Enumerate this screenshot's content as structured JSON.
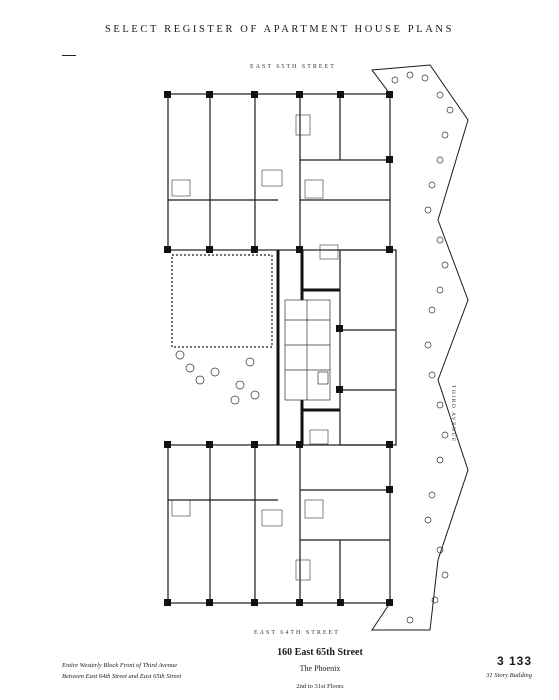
{
  "header": {
    "title": "SELECT REGISTER OF APARTMENT HOUSE PLANS"
  },
  "plan": {
    "street_top": "EAST 65TH STREET",
    "street_bottom": "EAST 64TH STREET",
    "avenue": "THIRD AVENUE"
  },
  "footer": {
    "address": "160 East 65th Street",
    "building_name": "The Phoenix",
    "floors": "2nd to 31st Floors",
    "location_line1": "Entire Westerly Block Front of Third Avenue",
    "location_line2": "Between East 64th Street and East 65th Street",
    "plate_number": "3 133",
    "stories": "31 Story Building"
  },
  "colors": {
    "ink": "#1a1a1a",
    "paper": "#ffffff"
  }
}
